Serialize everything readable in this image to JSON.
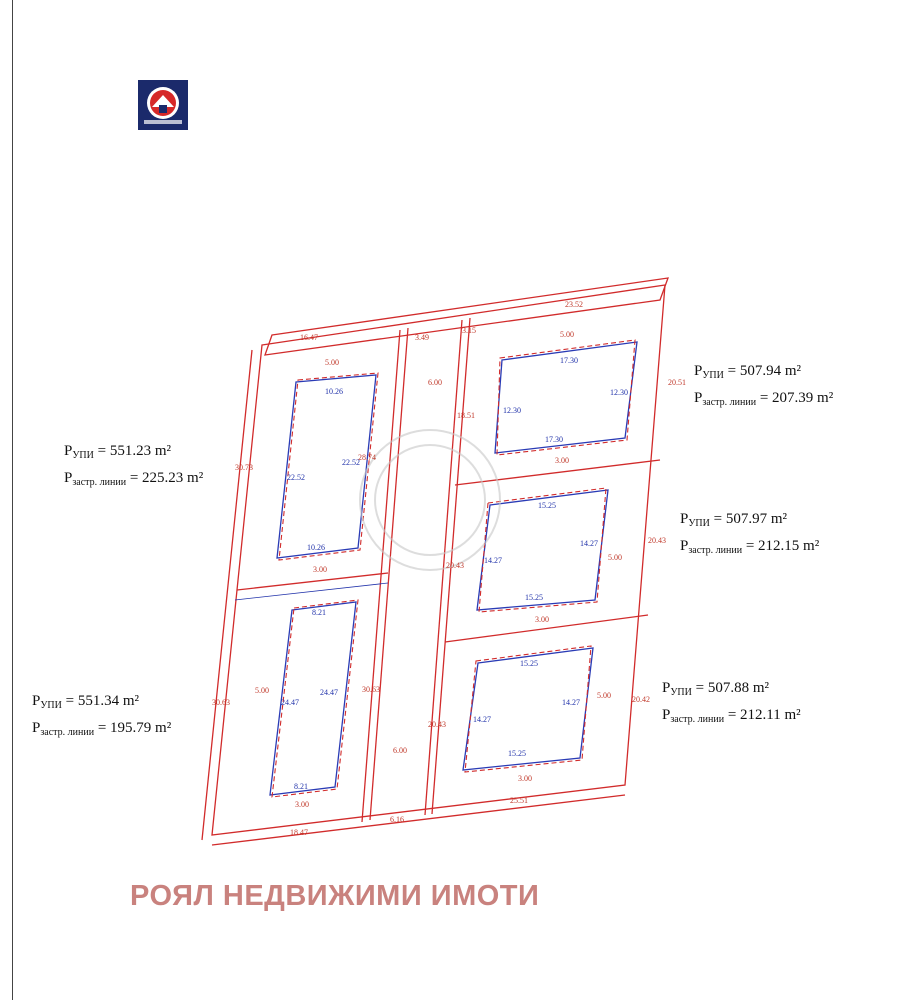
{
  "logo": {
    "name": "royal-estates-logo"
  },
  "brand_text": "РОЯЛ НЕДВИЖИМИ ИМОТИ",
  "plots": [
    {
      "id": "top-left",
      "upi": "551.23 m²",
      "zastr": "225.23 m²"
    },
    {
      "id": "bottom-left",
      "upi": "551.34 m²",
      "zastr": "195.79 m²"
    },
    {
      "id": "top-right",
      "upi": "507.94 m²",
      "zastr": "207.39 m²"
    },
    {
      "id": "mid-right",
      "upi": "507.97 m²",
      "zastr": "212.15 m²"
    },
    {
      "id": "bottom-right",
      "upi": "507.88 m²",
      "zastr": "212.11 m²"
    }
  ],
  "labels": {
    "p": "P",
    "upi_sub": "УПИ",
    "zastr_sub": "застр. линии",
    "eq": " = "
  },
  "dims": {
    "top_left_width": "16.47",
    "top_right_width": "23.52",
    "road_top": "3.49",
    "road_top2": "3.15",
    "bottom_left_width": "18.47",
    "bottom_road": "6.16",
    "bottom_right_width": "25.51",
    "left_side_top": "30.73",
    "left_side_bottom": "30.63",
    "road_inner_top": "28.74",
    "road_inner_bottom": "30.63",
    "right_side_top": "20.51",
    "right_side_mid": "20.43",
    "right_side_bottom": "20.42",
    "road_width_top": "6.00",
    "road_width_bottom": "6.00",
    "tl_b1": "10.26",
    "tl_b2": "10.26",
    "tl_h1": "22.52",
    "tl_h2": "22.52",
    "bl_b1": "8.21",
    "bl_b2": "8.21",
    "bl_h1": "24.47",
    "bl_h2": "24.47",
    "tr_b1": "17.30",
    "tr_b2": "17.30",
    "tr_h1": "12.30",
    "tr_h2": "12.30",
    "mr_b1": "15.25",
    "mr_b2": "15.25",
    "mr_h1": "14.27",
    "mr_h2": "14.27",
    "br_b1": "15.25",
    "br_b2": "15.25",
    "br_h1": "14.27",
    "br_h2": "14.27",
    "setback_5": "5.00",
    "setback_3": "3.00",
    "inner_a": "18.51",
    "inner_b": "20.43",
    "inner_c": "20.43"
  }
}
